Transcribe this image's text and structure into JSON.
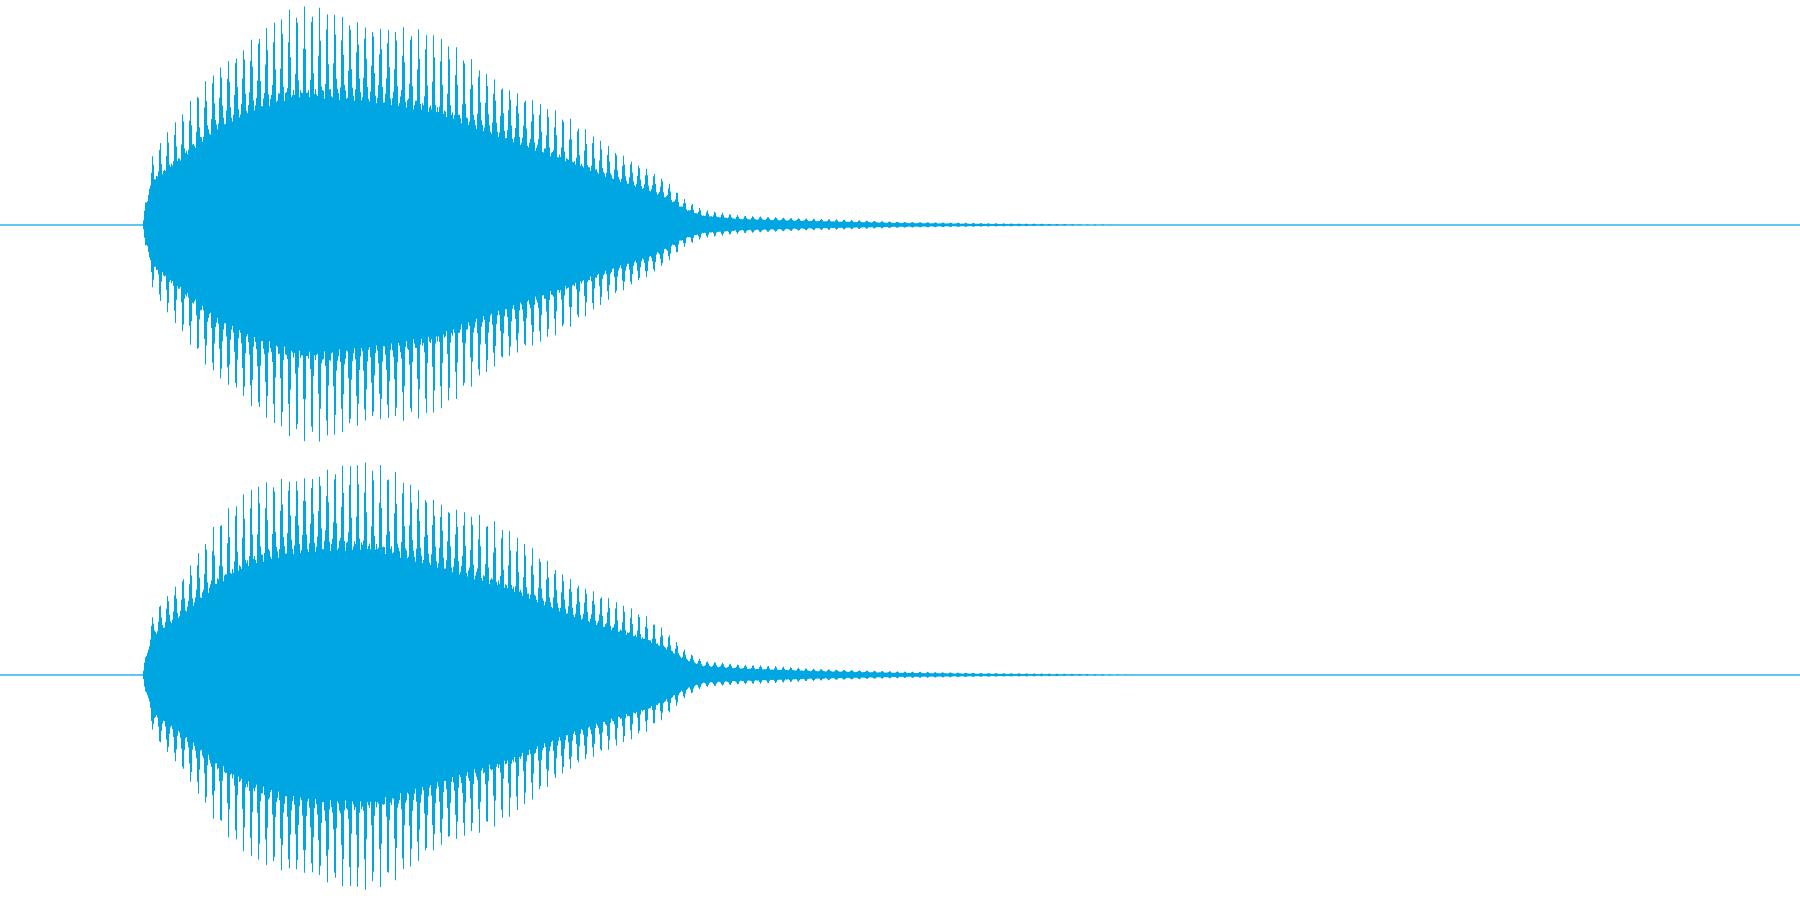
{
  "waveform_color": "#00a6e2",
  "chart_data": {
    "type": "area",
    "title": "",
    "xlabel": "",
    "ylabel": "",
    "grid": false,
    "legend": "none",
    "ylim": [
      -1,
      1
    ],
    "xlim": [
      0,
      1
    ],
    "series": [
      {
        "channel": 1,
        "envelope": {
          "x": [
            0.0,
            0.079,
            0.083,
            0.086,
            0.1,
            0.12,
            0.14,
            0.16,
            0.18,
            0.2,
            0.22,
            0.24,
            0.26,
            0.28,
            0.3,
            0.32,
            0.34,
            0.36,
            0.37,
            0.38,
            0.39,
            0.41,
            0.45,
            0.5,
            0.55,
            0.6,
            0.63,
            0.65,
            1.0
          ],
          "max": [
            0.0,
            0.0,
            0.28,
            0.35,
            0.5,
            0.75,
            0.9,
            0.98,
            0.99,
            0.98,
            0.94,
            0.87,
            0.78,
            0.68,
            0.57,
            0.46,
            0.36,
            0.27,
            0.21,
            0.12,
            0.07,
            0.045,
            0.03,
            0.015,
            0.008,
            0.004,
            0.002,
            0.0,
            0.0
          ],
          "min": [
            0.0,
            0.0,
            -0.25,
            -0.32,
            -0.48,
            -0.73,
            -0.88,
            -0.96,
            -0.99,
            -0.97,
            -0.93,
            -0.86,
            -0.76,
            -0.66,
            -0.55,
            -0.44,
            -0.34,
            -0.25,
            -0.18,
            -0.1,
            -0.06,
            -0.04,
            -0.025,
            -0.013,
            -0.007,
            -0.003,
            -0.002,
            0.0,
            0.0
          ]
        }
      },
      {
        "channel": 2,
        "envelope": {
          "x": [
            0.0,
            0.079,
            0.083,
            0.086,
            0.1,
            0.12,
            0.14,
            0.16,
            0.18,
            0.2,
            0.22,
            0.24,
            0.26,
            0.28,
            0.3,
            0.32,
            0.34,
            0.36,
            0.37,
            0.38,
            0.39,
            0.41,
            0.45,
            0.5,
            0.55,
            0.6,
            0.63,
            0.65,
            1.0
          ],
          "max": [
            0.0,
            0.0,
            0.24,
            0.32,
            0.46,
            0.7,
            0.86,
            0.95,
            0.98,
            0.97,
            0.93,
            0.86,
            0.77,
            0.67,
            0.56,
            0.45,
            0.35,
            0.26,
            0.2,
            0.12,
            0.07,
            0.05,
            0.03,
            0.016,
            0.009,
            0.005,
            0.003,
            0.0,
            0.0
          ],
          "min": [
            0.0,
            0.0,
            -0.22,
            -0.31,
            -0.45,
            -0.68,
            -0.84,
            -0.95,
            -0.99,
            -0.98,
            -0.94,
            -0.86,
            -0.76,
            -0.66,
            -0.55,
            -0.44,
            -0.34,
            -0.25,
            -0.19,
            -0.11,
            -0.06,
            -0.045,
            -0.028,
            -0.014,
            -0.008,
            -0.004,
            -0.002,
            0.0,
            0.0
          ]
        }
      }
    ]
  }
}
